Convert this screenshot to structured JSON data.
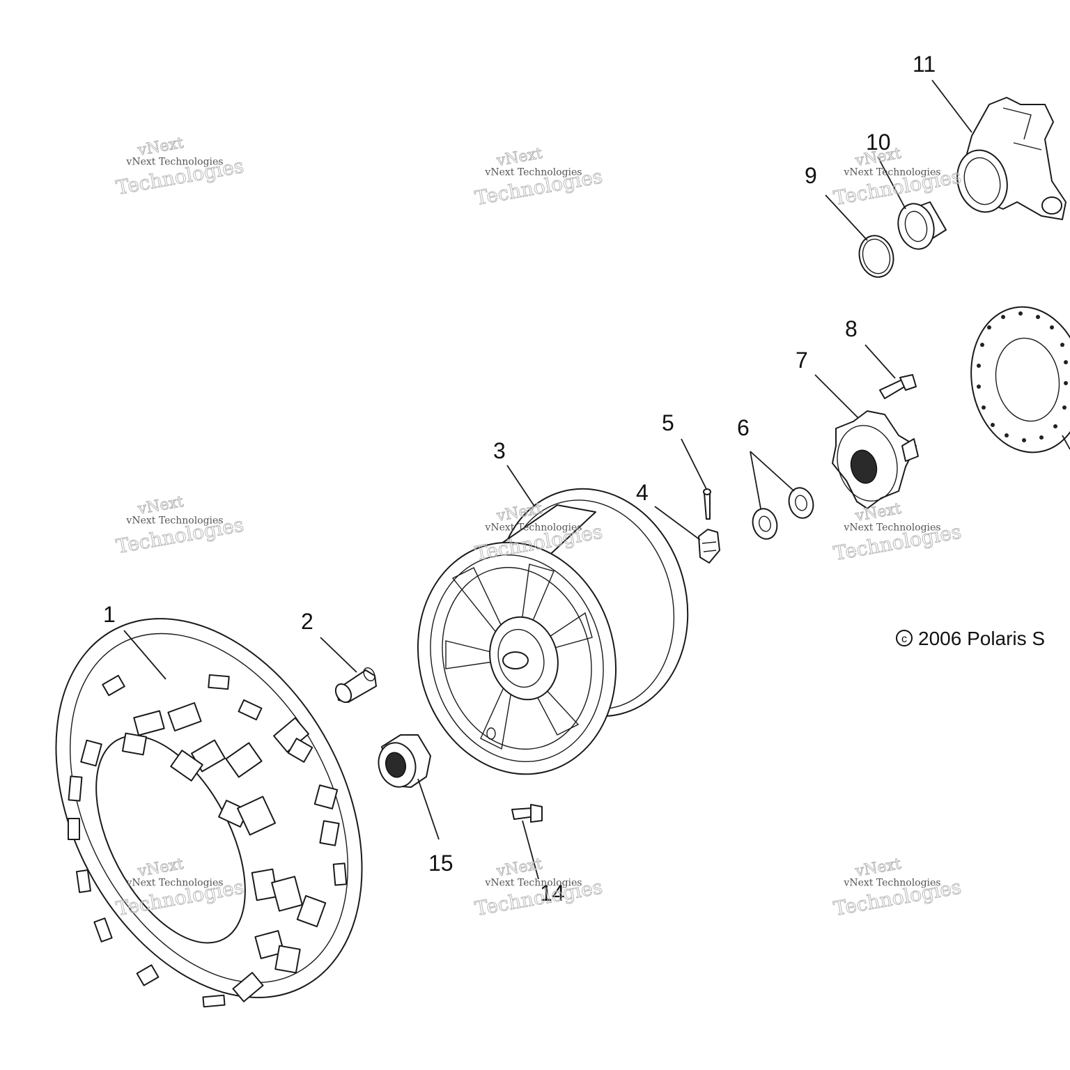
{
  "callouts": [
    "1",
    "2",
    "3",
    "4",
    "5",
    "6",
    "7",
    "8",
    "9",
    "10",
    "11",
    "14",
    "15"
  ],
  "copyright": "2006 Polaris S",
  "copyright_symbol": "c",
  "watermark": {
    "brand": "vNext",
    "line_small": "vNext Technologies",
    "line_large": "Technologies"
  }
}
